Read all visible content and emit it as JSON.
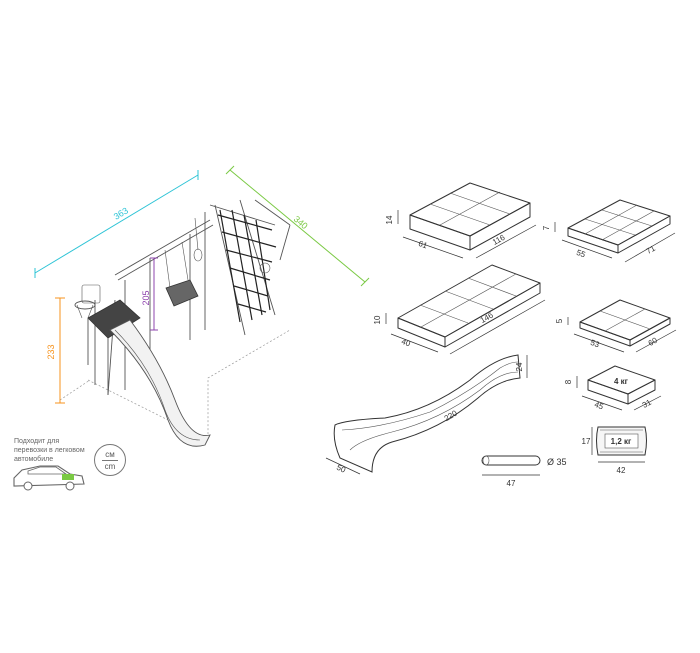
{
  "playset": {
    "dim_length": "363",
    "dim_depth": "340",
    "dim_height_total": "233",
    "dim_height_swing": "205",
    "colors": {
      "length": "#2ec4d6",
      "depth": "#7ac943",
      "height_total": "#f7931e",
      "height_swing": "#8e44ad"
    }
  },
  "car_note": "Подходит для перевозки в легковом автомобиле",
  "units": {
    "top": "см",
    "bottom": "cm"
  },
  "packages": {
    "box1": {
      "height": "14",
      "width": "61",
      "length": "116"
    },
    "box2": {
      "height": "7",
      "width": "55",
      "length": "71"
    },
    "box3": {
      "height": "10",
      "width": "40",
      "length": "146"
    },
    "box4": {
      "height": "5",
      "width": "53",
      "length": "60"
    },
    "box5": {
      "height": "8",
      "width": "45",
      "length": "31",
      "weight": "4 кг"
    },
    "bag": {
      "height": "17",
      "width": "42",
      "weight": "1,2 кг"
    },
    "slide": {
      "length": "220",
      "width": "50",
      "height": "24"
    },
    "tube": {
      "length": "47",
      "diameter": "Ø 35"
    }
  }
}
